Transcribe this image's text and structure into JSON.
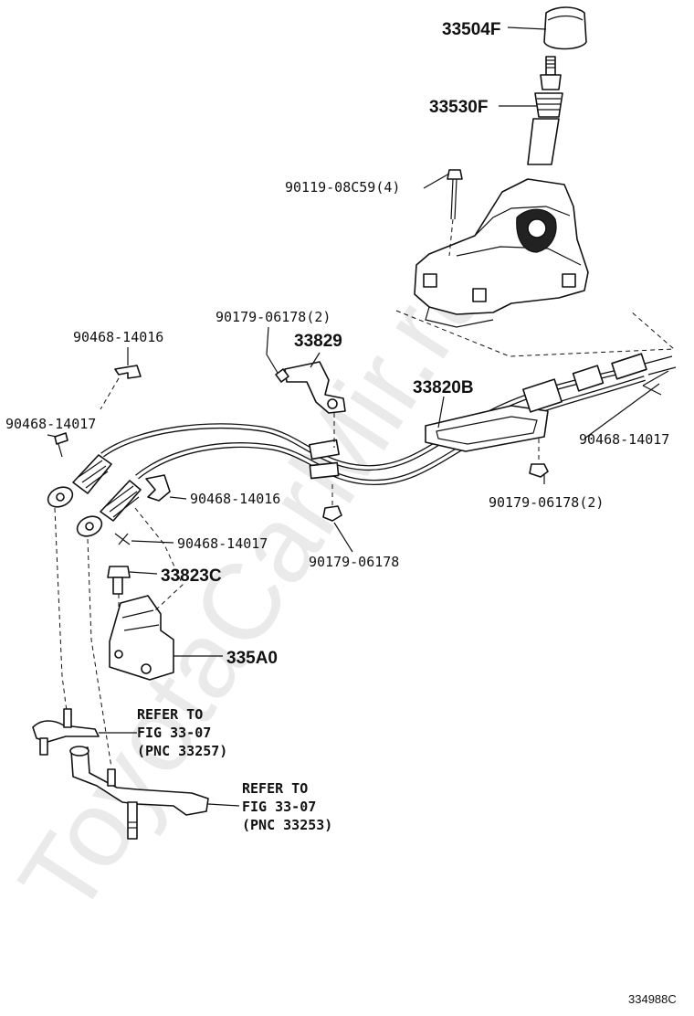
{
  "watermark": "ToyotaCarMir.ru",
  "labels": {
    "knob": "33504F",
    "boot": "33530F",
    "bolt_lever": "90119-08C59(4)",
    "nut_bracket_top": "90179-06178(2)",
    "bracket": "33829",
    "cable_assy": "33820B",
    "clip_top_left": "90468-14016",
    "pin_left": "90468-14017",
    "pin_right": "90468-14017",
    "nut_right": "90179-06178(2)",
    "clip_mid": "90468-14016",
    "pin_mid": "90468-14017",
    "nut_center": "90179-06178",
    "bolt_bracket": "33823C",
    "cable_bracket": "335A0"
  },
  "refer_1": {
    "line1": "REFER TO",
    "line2": "FIG 33-07",
    "line3": "(PNC 33257)"
  },
  "refer_2": {
    "line1": "REFER TO",
    "line2": "FIG 33-07",
    "line3": "(PNC 33253)"
  },
  "illustration_id": "334988C"
}
